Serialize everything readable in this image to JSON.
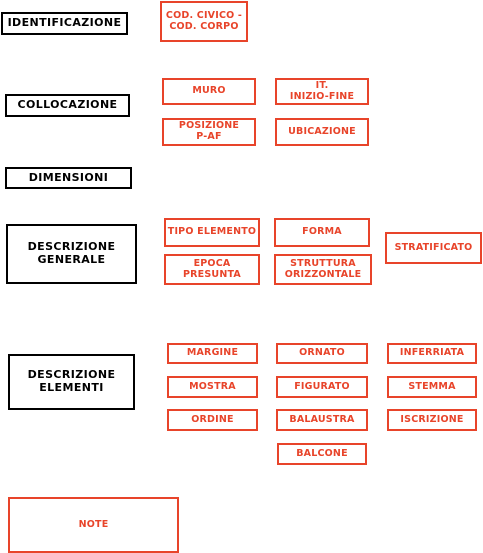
{
  "colors": {
    "section_border": "#000000",
    "field_border": "#e8442a",
    "field_text": "#e8442a",
    "background": "#ffffff"
  },
  "sections": {
    "identificazione": "IDENTIFICAZIONE",
    "collocazione": "COLLOCAZIONE",
    "dimensioni": "DIMENSIONI",
    "descrizione_generale": "DESCRIZIONE\nGENERALE",
    "descrizione_elementi": "DESCRIZIONE\nELEMENTI"
  },
  "fields": {
    "cod_civico": "COD. CIVICO -\nCOD. CORPO",
    "muro": "MURO",
    "it_inizio_fine": "IT.\nINIZIO-FINE",
    "posizione": "POSIZIONE\nP-AF",
    "ubicazione": "UBICAZIONE",
    "tipo_elemento": "TIPO ELEMENTO",
    "forma": "FORMA",
    "stratificato": "STRATIFICATO",
    "epoca_presunta": "EPOCA\nPRESUNTA",
    "struttura_orizzontale": "STRUTTURA\nORIZZONTALE",
    "margine": "MARGINE",
    "ornato": "ORNATO",
    "inferriata": "INFERRIATA",
    "mostra": "MOSTRA",
    "figurato": "FIGURATO",
    "stemma": "STEMMA",
    "ordine": "ORDINE",
    "balaustra": "BALAUSTRA",
    "iscrizione": "ISCRIZIONE",
    "balcone": "BALCONE",
    "note": "NOTE"
  }
}
